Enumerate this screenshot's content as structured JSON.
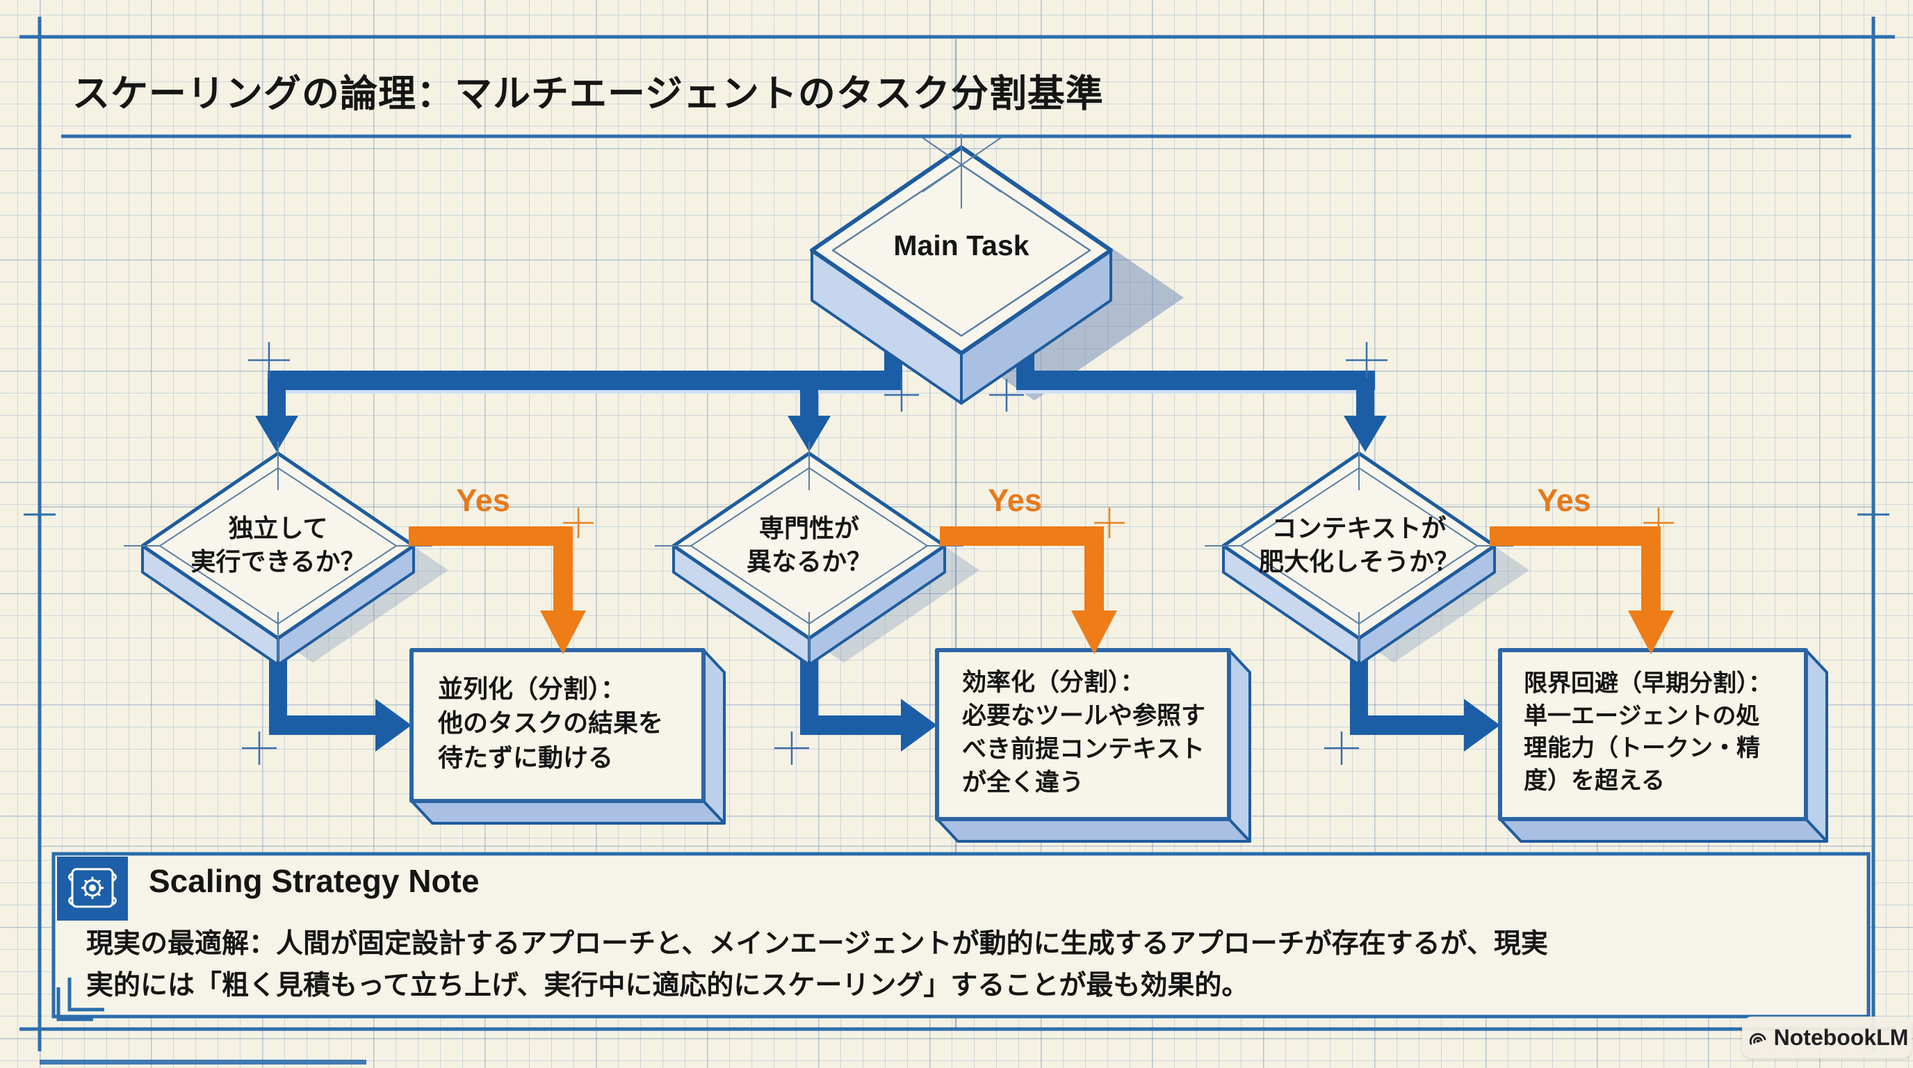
{
  "title": "スケーリングの論理：マルチエージェントのタスク分割基準",
  "main_task": {
    "label": "Main Task"
  },
  "branches": [
    {
      "question_lines": [
        "独立して",
        "実行できるか？"
      ],
      "yes_label": "Yes",
      "result_lines": [
        "並列化（分割）：",
        "他のタスクの結果を",
        "待たずに動ける",
        ""
      ]
    },
    {
      "question_lines": [
        "専門性が",
        "異なるか？"
      ],
      "yes_label": "Yes",
      "result_lines": [
        "効率化（分割）：",
        "必要なツールや参照す",
        "べき前提コンテキスト",
        "が全く違う"
      ]
    },
    {
      "question_lines": [
        "コンテキストが",
        "肥大化しそうか？"
      ],
      "yes_label": "Yes",
      "result_lines": [
        "限界回避（早期分割）：",
        "単一エージェントの処",
        "理能力（トークン・精",
        "度）を超える"
      ]
    }
  ],
  "note": {
    "heading": "Scaling Strategy Note",
    "icon": "blueprint-scroll-gear-icon",
    "body_lines": [
      "現実の最適解：人間が固定設計するアプローチと、メインエージェントが動的に生成するアプローチが存在するが、現実",
      "実的には「粗く見積もって立ち上げ、実行中に適応的にスケーリング」することが最も効果的。"
    ]
  },
  "badge": {
    "label": "NotebookLM",
    "icon": "notebooklm-logo-icon"
  },
  "colors": {
    "blueprint_blue": "#1e5c9e",
    "connector_blue": "#1b5ea6",
    "accent_orange": "#ee7c17",
    "paper": "#f5f2e4",
    "node_face": "#f8f6ec"
  }
}
